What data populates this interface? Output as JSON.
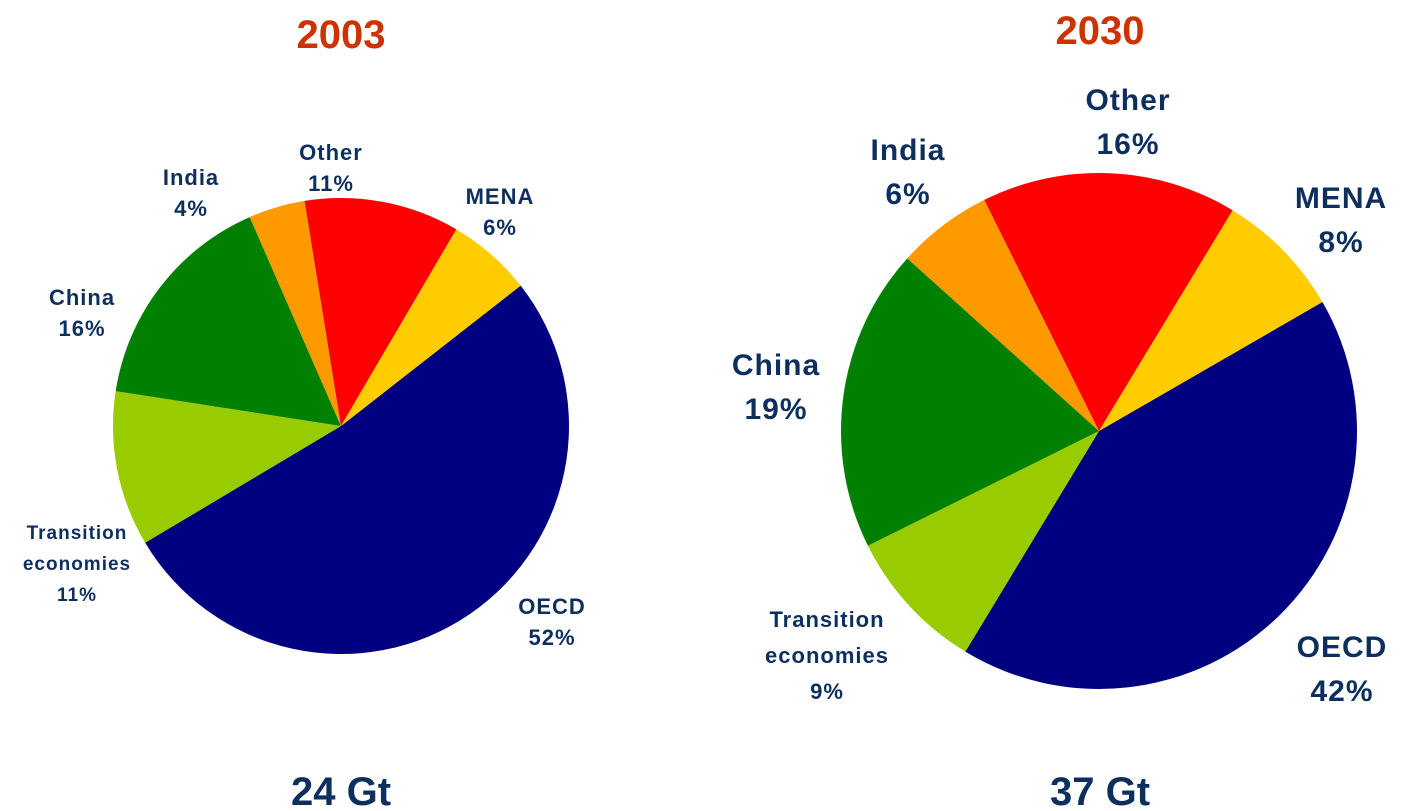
{
  "chart_data": [
    {
      "type": "pie",
      "title": "2003",
      "total_label": "24 Gt",
      "slices": [
        {
          "name": "OECD",
          "value": 52,
          "label": "52%",
          "color": "#000080"
        },
        {
          "name": "Transition economies",
          "name_lines": [
            "Transition",
            "economies"
          ],
          "value": 11,
          "label": "11%",
          "color": "#99cc00"
        },
        {
          "name": "China",
          "value": 16,
          "label": "16%",
          "color": "#008000"
        },
        {
          "name": "India",
          "value": 4,
          "label": "4%",
          "color": "#ff9900"
        },
        {
          "name": "Other",
          "value": 11,
          "label": "11%",
          "color": "#ff0000"
        },
        {
          "name": "MENA",
          "value": 6,
          "label": "6%",
          "color": "#ffcc00"
        }
      ]
    },
    {
      "type": "pie",
      "title": "2030",
      "total_label": "37 Gt",
      "slices": [
        {
          "name": "OECD",
          "value": 42,
          "label": "42%",
          "color": "#000080"
        },
        {
          "name": "Transition economies",
          "name_lines": [
            "Transition",
            "economies"
          ],
          "value": 9,
          "label": "9%",
          "color": "#99cc00"
        },
        {
          "name": "China",
          "value": 19,
          "label": "19%",
          "color": "#008000"
        },
        {
          "name": "India",
          "value": 6,
          "label": "6%",
          "color": "#ff9900"
        },
        {
          "name": "Other",
          "value": 16,
          "label": "16%",
          "color": "#ff0000"
        },
        {
          "name": "MENA",
          "value": 8,
          "label": "8%",
          "color": "#ffcc00"
        }
      ]
    }
  ]
}
